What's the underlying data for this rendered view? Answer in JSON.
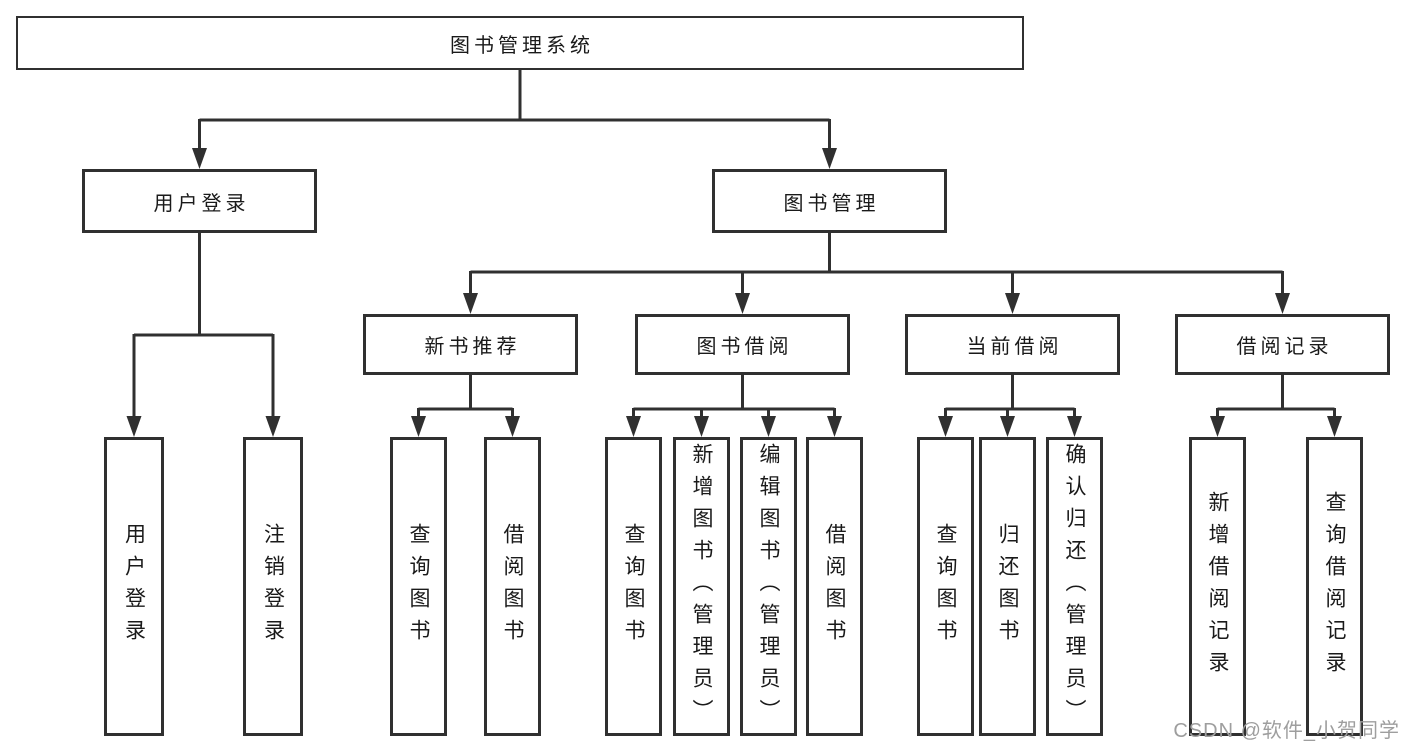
{
  "diagram": {
    "root": {
      "label": "图书管理系统"
    },
    "branches": [
      {
        "label": "用户登录",
        "children": [
          {
            "label": "用户登录"
          },
          {
            "label": "注销登录"
          }
        ]
      },
      {
        "label": "图书管理",
        "children": [
          {
            "label": "新书推荐",
            "children": [
              {
                "label": "查询图书"
              },
              {
                "label": "借阅图书"
              }
            ]
          },
          {
            "label": "图书借阅",
            "children": [
              {
                "label": "查询图书"
              },
              {
                "label": "新增图书（管理员）"
              },
              {
                "label": "编辑图书（管理员）"
              },
              {
                "label": "借阅图书"
              }
            ]
          },
          {
            "label": "当前借阅",
            "children": [
              {
                "label": "查询图书"
              },
              {
                "label": "归还图书"
              },
              {
                "label": "确认归还（管理员）"
              }
            ]
          },
          {
            "label": "借阅记录",
            "children": [
              {
                "label": "新增借阅记录"
              },
              {
                "label": "查询借阅记录"
              }
            ]
          }
        ]
      }
    ]
  },
  "watermark": {
    "text": "CSDN @软件_小贺同学",
    "color": "#9e9e9e"
  },
  "colors": {
    "line": "#303030",
    "box_border": "#303030",
    "box_background": "#ffffff",
    "text": "#1a1a1a",
    "page_background": "#ffffff"
  }
}
